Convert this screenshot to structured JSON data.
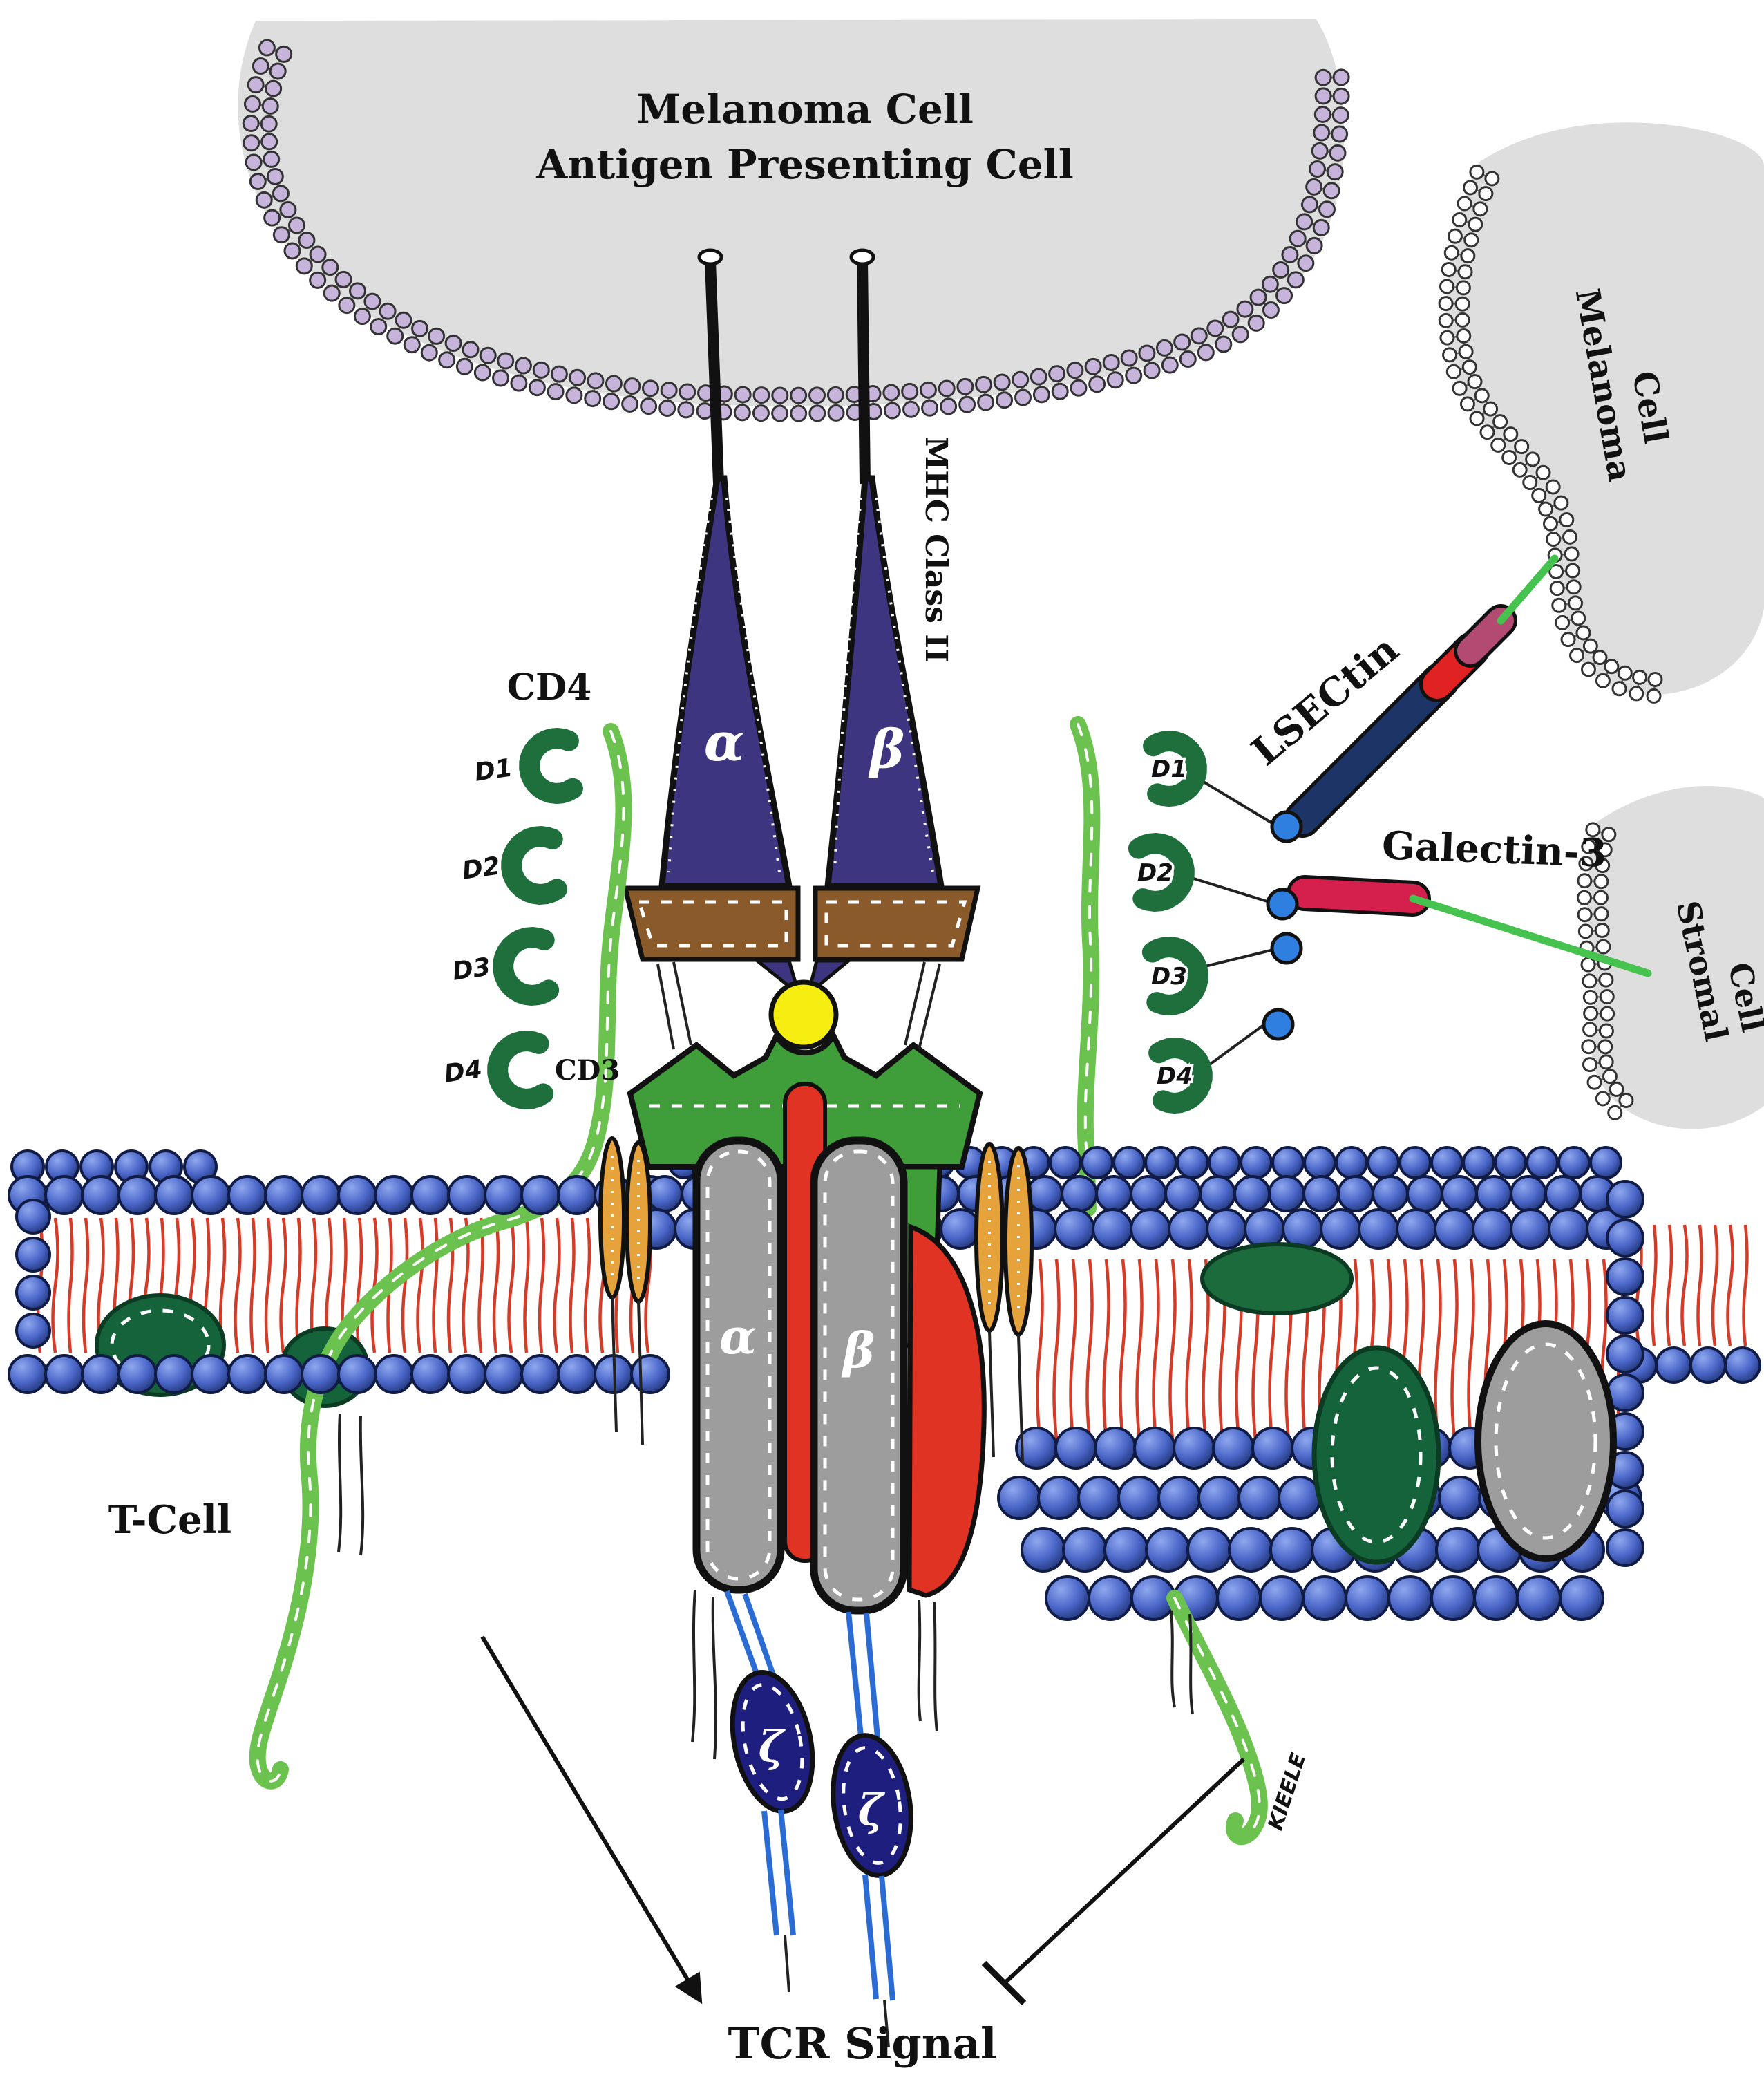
{
  "apc": {
    "title_line1": "Melanoma Cell",
    "title_line2": "Antigen Presenting Cell"
  },
  "mhc": {
    "label": "MHC Class II",
    "alpha": "α",
    "beta": "β"
  },
  "cd4": {
    "label": "CD4",
    "domains": [
      "D1",
      "D2",
      "D3",
      "D4"
    ]
  },
  "lag3": {
    "domains": [
      "D1",
      "D2",
      "D3",
      "D4"
    ],
    "kieele": "KIEELE"
  },
  "tcr": {
    "cd3": "CD3",
    "alpha": "α",
    "beta": "β",
    "zeta1": "ζ",
    "zeta2": "ζ"
  },
  "right_cells": {
    "melanoma_line1": "Melanoma",
    "melanoma_line2": "Cell",
    "stromal_line1": "Stromal",
    "stromal_line2": "Cell"
  },
  "ligands": {
    "lsectin": "LSECtin",
    "galectin": "Galectin-3"
  },
  "footer": {
    "t_cell": "T-Cell",
    "tcr_signal": "TCR Signal"
  },
  "colors": {
    "cell_body_gray": "#dedede",
    "apc_lipid_head": "#c6b4da",
    "white_lipid_head": "#ffffff",
    "mhc_purple": "#3d3580",
    "peptide_groove_brown": "#8a5a2b",
    "antigen_yellow": "#f6ee10",
    "tcr_green": "#3f9e3a",
    "receptor_line_green": "#6cc24e",
    "domain_dark_green": "#1e6f3c",
    "tcr_gray": "#9d9d9d",
    "tcr_red": "#e03323",
    "cd3_gold": "#e7a33b",
    "membrane_blue": "#3a56b4",
    "tail_red": "#d23c28",
    "zeta_navy": "#1e1e7e",
    "stalk_blue": "#2b6bd4",
    "lsectin_navy": "#1d3566",
    "lsectin_red": "#e02222",
    "lsectin_magenta": "#b24a72",
    "galectin_crimson": "#d5204e",
    "glycan_blue": "#2f7fe0",
    "membrane_green_blob": "#15633a"
  }
}
